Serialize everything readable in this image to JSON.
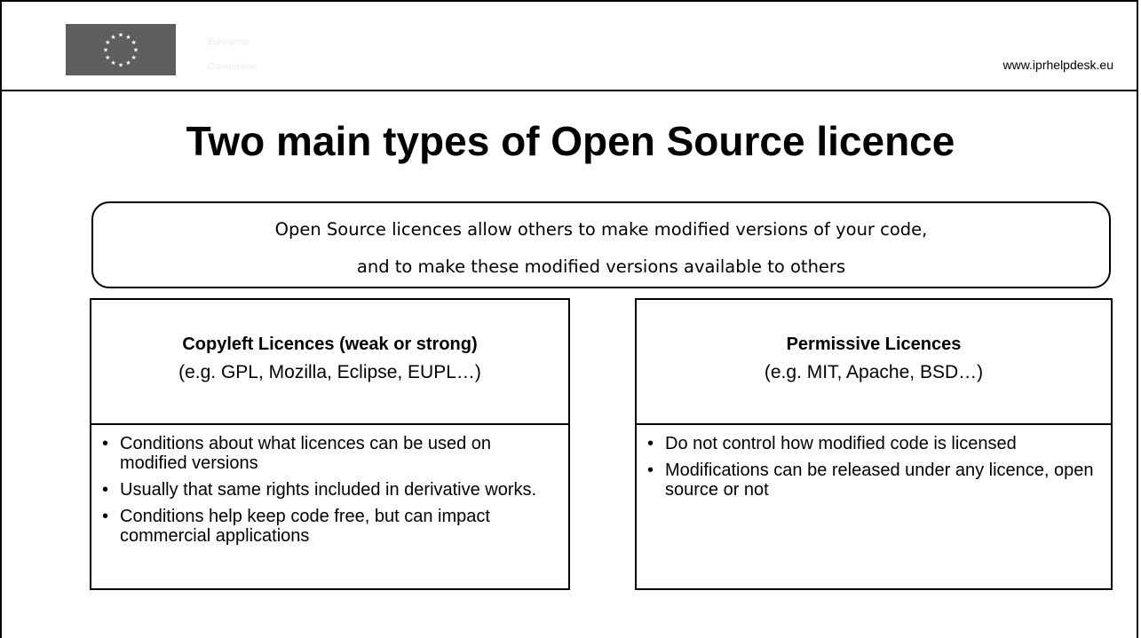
{
  "header": {
    "logo": "eu-flag-icon",
    "faint_line_1": "Euro-pean",
    "faint_line_2": "Commission",
    "url": "www.iprhelpdesk.eu"
  },
  "title": "Two main types of Open Source licence",
  "intro": {
    "line1": "Open Source licences allow others to make modified versions of your code,",
    "line2": "and to make these modified versions available to others"
  },
  "copyleft": {
    "name": "Copyleft Licences (weak or strong)",
    "examples": "(e.g. GPL, Mozilla, Eclipse, EUPL…)",
    "bullets": [
      "Conditions about what licences can be used on modified versions",
      "Usually that same rights included in derivative works.",
      "Conditions help keep code free, but can impact commercial applications"
    ]
  },
  "permissive": {
    "name": "Permissive Licences",
    "examples": "(e.g. MIT, Apache, BSD…)",
    "bullets": [
      "Do not control how modified code is licensed",
      "Modifications can be released under any licence, open source or not"
    ]
  },
  "bullet_char": "•",
  "colors": {
    "flag_bg": "#5e5e5e",
    "stars": "#ffffff",
    "border": "#000000"
  }
}
